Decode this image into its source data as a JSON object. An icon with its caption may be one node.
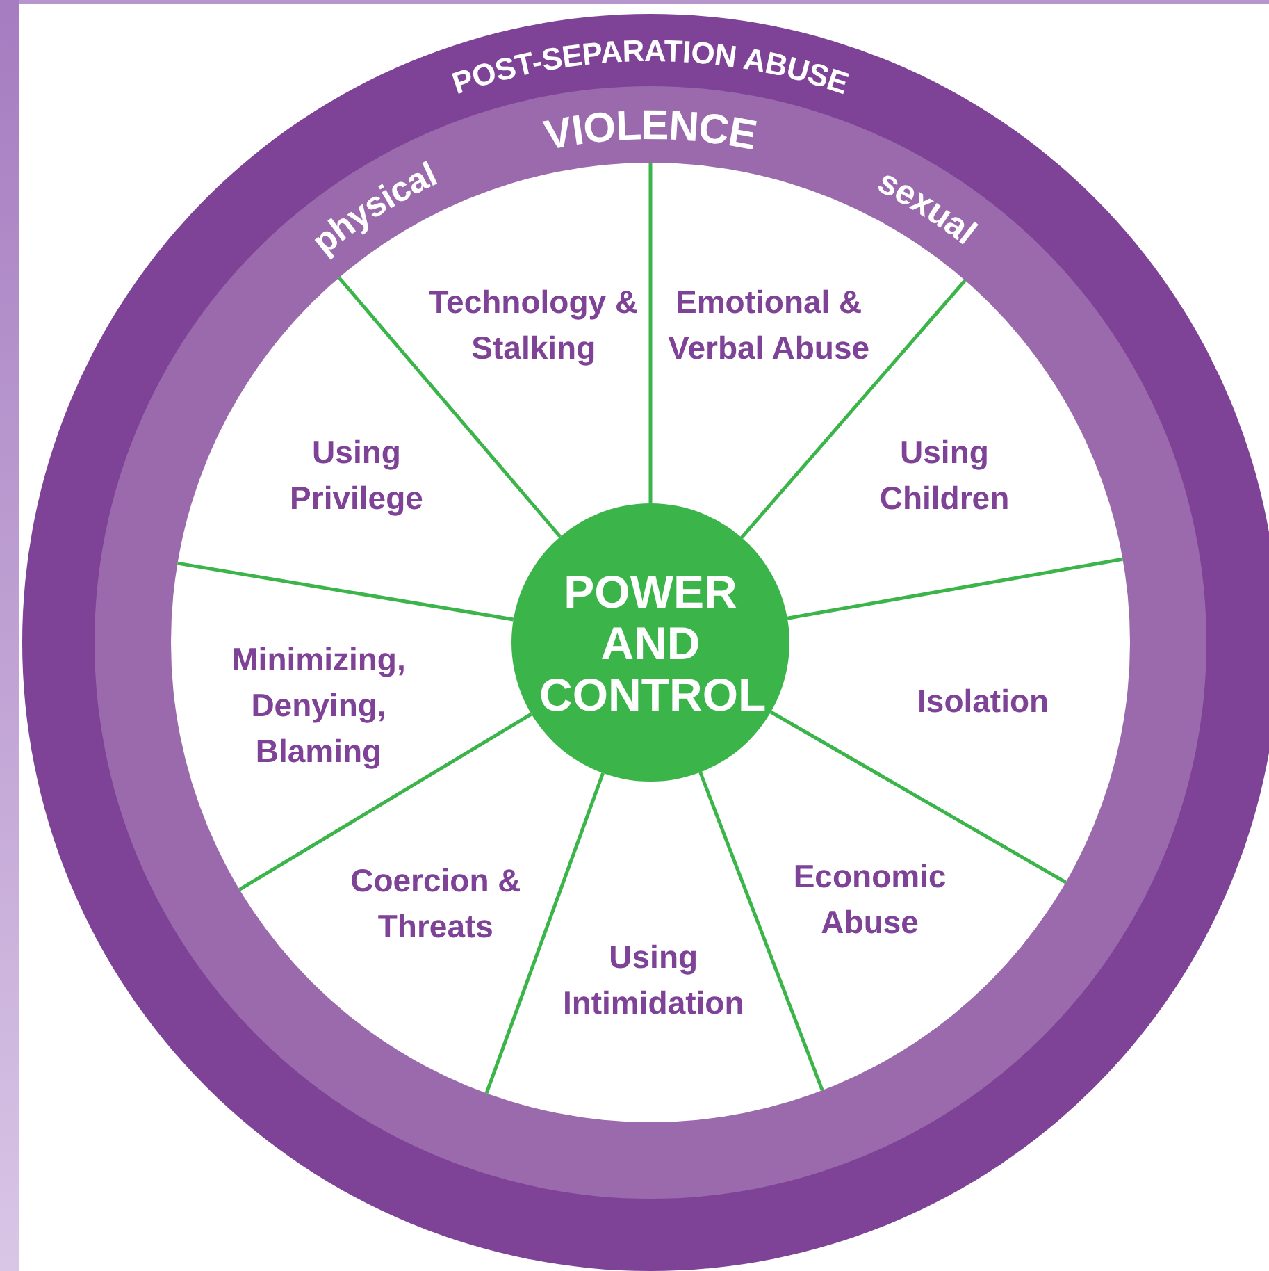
{
  "diagram": {
    "nodes": [
      {
        "text": [
          "POST-SEPARATION ABUSE"
        ]
      },
      {
        "text": [
          "VIOLENCE",
          "physical",
          "sexual"
        ],
        "in": 0
      },
      {
        "text": [
          "Technology & Stalking"
        ],
        "in": 1
      },
      {
        "text": [
          "Emotional & Verbal Abuse"
        ],
        "in": 1
      },
      {
        "text": [
          "Using Children"
        ],
        "in": 1
      },
      {
        "text": [
          "Isolation"
        ],
        "in": 1
      },
      {
        "text": [
          "Economic Abuse"
        ],
        "in": 1
      },
      {
        "text": [
          "Using Intimidation"
        ],
        "in": 1
      },
      {
        "text": [
          "Coercion & Threats"
        ],
        "in": 1
      },
      {
        "text": [
          "Minimizing, Denying, Blaming"
        ],
        "in": 1
      },
      {
        "text": [
          "Using Privilege"
        ],
        "in": 1
      },
      {
        "text": [
          "POWER AND CONTROL"
        ],
        "in": 1
      }
    ],
    "edges": []
  }
}
